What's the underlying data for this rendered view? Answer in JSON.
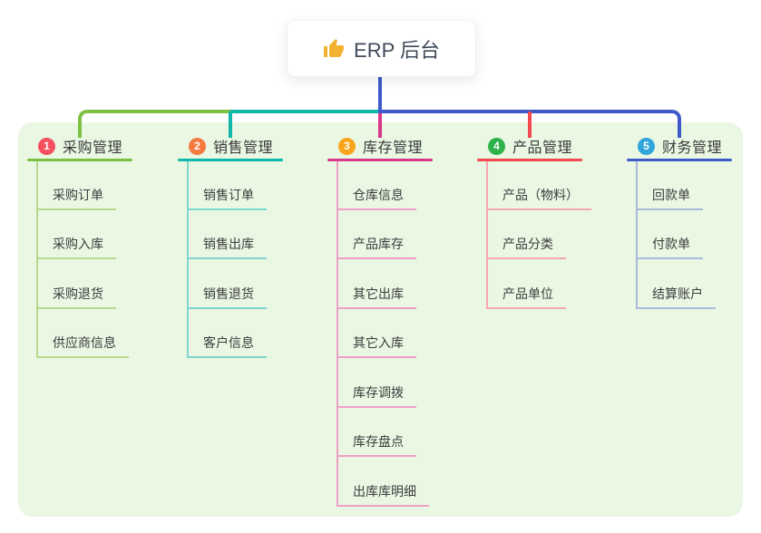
{
  "root": {
    "title": "ERP 后台",
    "icon": "thumbs-up-icon",
    "icon_color": "#f3b130",
    "text_color": "#3e4a59"
  },
  "panel": {
    "background": "#e9f7e3"
  },
  "branches": [
    {
      "badge": "1",
      "label": "采购管理",
      "badge_color": "#f5505f",
      "line_color": "#7cc142",
      "child_line_color": "#b5da8c",
      "children": [
        "采购订单",
        "采购入库",
        "采购退货",
        "供应商信息"
      ]
    },
    {
      "badge": "2",
      "label": "销售管理",
      "badge_color": "#f37b3f",
      "line_color": "#0fb8a9",
      "child_line_color": "#7fd7cd",
      "children": [
        "销售订单",
        "销售出库",
        "销售退货",
        "客户信息"
      ]
    },
    {
      "badge": "3",
      "label": "库存管理",
      "badge_color": "#f8a41d",
      "line_color": "#d9388a",
      "child_line_color": "#f0a0c5",
      "children": [
        "仓库信息",
        "产品库存",
        "其它出库",
        "其它入库",
        "库存调拨",
        "库存盘点",
        "出库库明细"
      ]
    },
    {
      "badge": "4",
      "label": "产品管理",
      "badge_color": "#2eb34b",
      "line_color": "#f3484f",
      "child_line_color": "#f8a9ac",
      "children": [
        "产品（物料）",
        "产品分类",
        "产品单位"
      ]
    },
    {
      "badge": "5",
      "label": "财务管理",
      "badge_color": "#30a5dc",
      "line_color": "#3f5ac8",
      "child_line_color": "#a9bbdf",
      "children": [
        "回款单",
        "付款单",
        "结算账户"
      ]
    }
  ]
}
